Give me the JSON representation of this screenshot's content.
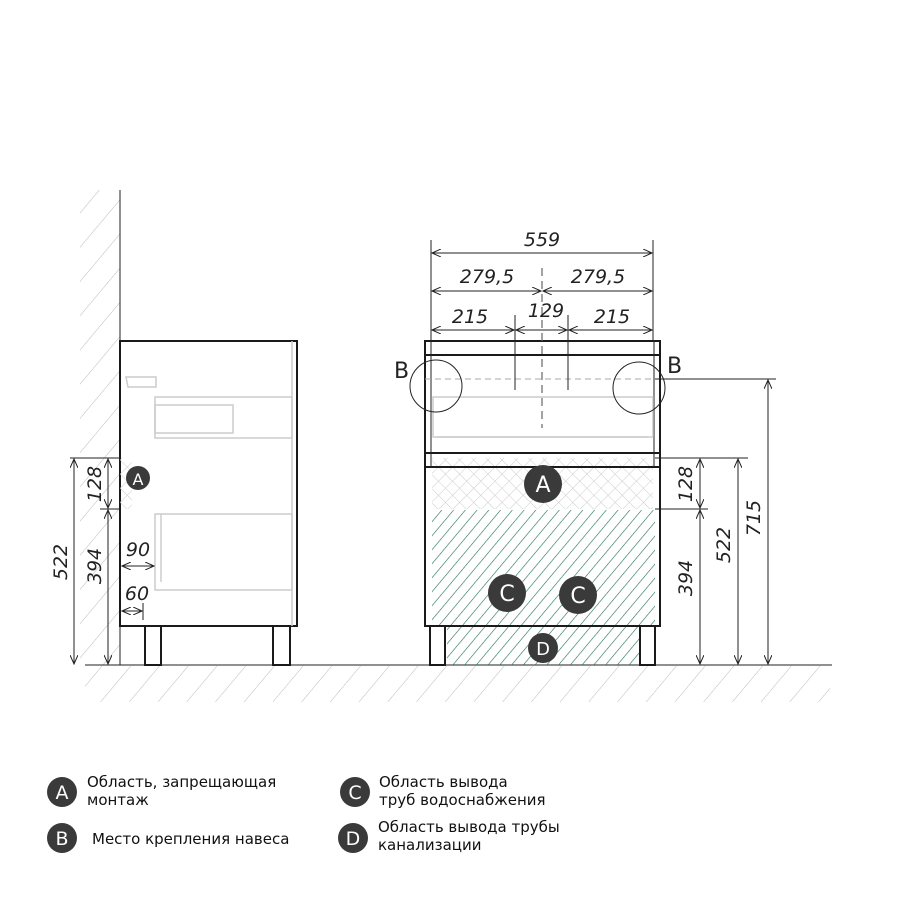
{
  "dimensions": {
    "total_width": "559",
    "half_left": "279,5",
    "half_right": "279,5",
    "left_offset": "215",
    "center_gap": "129",
    "right_offset": "215",
    "side_522": "522",
    "side_128": "128",
    "side_394": "394",
    "side_90": "90",
    "side_60": "60",
    "front_715": "715",
    "front_522": "522",
    "front_128": "128",
    "front_394": "394"
  },
  "markers": {
    "a": "A",
    "b": "B",
    "c": "C",
    "d": "D"
  },
  "legend": [
    {
      "key": "A",
      "line1": "Область, запрещающая",
      "line2": "монтаж"
    },
    {
      "key": "B",
      "line1": "Место крепления навеса",
      "line2": ""
    },
    {
      "key": "C",
      "line1": "Область вывода",
      "line2": "труб водоснабжения"
    },
    {
      "key": "D",
      "line1": "Область вывода трубы",
      "line2": "канализации"
    }
  ],
  "colors": {
    "badge": "#3a3a3a",
    "green_hatch": "#1f6e55",
    "hatch": "#bbbbbb"
  }
}
